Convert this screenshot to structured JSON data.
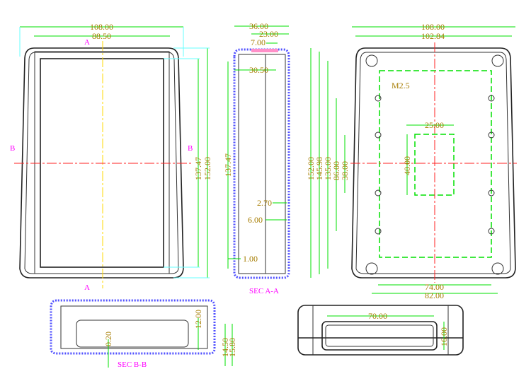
{
  "front_view": {
    "width": "108.00",
    "inner_width": "88.50",
    "inner_height": "137.47",
    "height": "152.00",
    "section_a_top": "A",
    "section_a_bottom": "A",
    "section_b_left": "B",
    "section_b_right": "B"
  },
  "side_view": {
    "depth": "36.00",
    "top_depth": "23.00",
    "recess": "7.00",
    "inner": "30.50",
    "height": "137.47",
    "wall_a": "2.70",
    "wall_b": "6.00",
    "floor": "1.00",
    "title": "SEC A-A"
  },
  "back_view": {
    "width": "108.00",
    "inner_width": "102.84",
    "h1": "152.00",
    "h2": "145.98",
    "h3": "135.00",
    "h4": "86.00",
    "h5": "38.00",
    "screw": "M2.5",
    "pocket_w": "25.00",
    "pocket_h": "40.00",
    "span1": "74.00",
    "span2": "82.00"
  },
  "section_b": {
    "h_inner": "12.00",
    "gap": "0.20",
    "h1": "14.50",
    "h2": "15.80",
    "title": "SEC B-B"
  },
  "end_view": {
    "opening_w": "70.00",
    "opening_h": "16.00"
  },
  "colors": {
    "dimension": "#a67c00",
    "extension": "#00e000",
    "centerline": "#ff2020",
    "label": "#ff00ff"
  }
}
